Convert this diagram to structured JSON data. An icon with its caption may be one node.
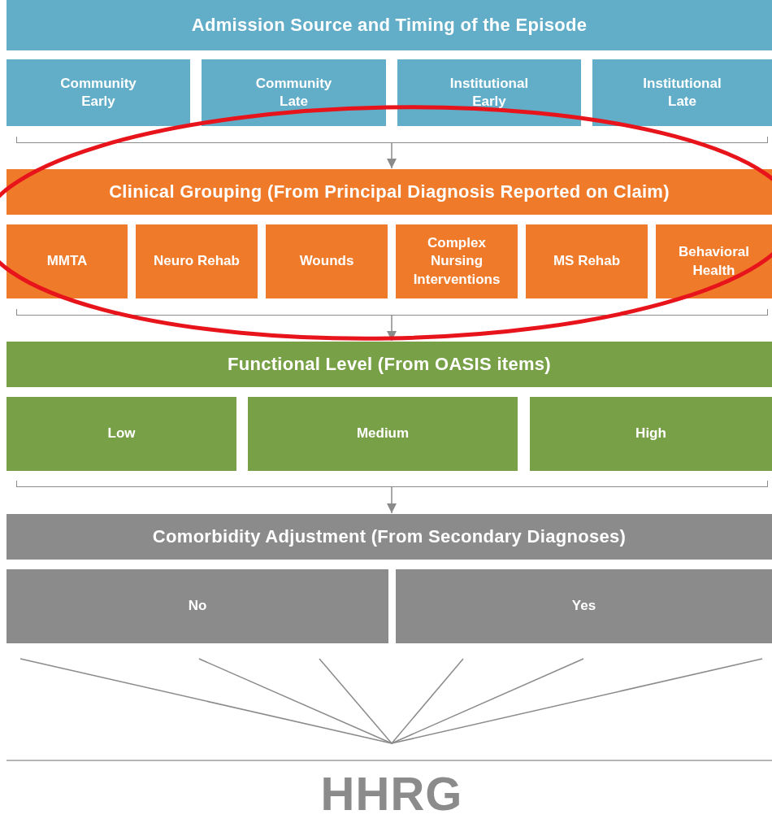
{
  "diagram": {
    "nodes": [
      {
        "text": [
          "Admission Source and Timing of the Episode"
        ]
      },
      {
        "text": [
          "Community Early"
        ]
      },
      {
        "text": [
          "Community Late"
        ]
      },
      {
        "text": [
          "Institutional Early"
        ]
      },
      {
        "text": [
          "Institutional Late"
        ]
      },
      {
        "text": [],
        "shape": "bar"
      },
      {
        "text": [
          "Clinical Grouping (From Principal Diagnosis Reported on Claim)"
        ]
      },
      {
        "text": [
          "MMTA"
        ]
      },
      {
        "text": [
          "Neuro Rehab"
        ]
      },
      {
        "text": [
          "Wounds"
        ]
      },
      {
        "text": [
          "Complex Nursing Interventions"
        ]
      },
      {
        "text": [
          "MS Rehab"
        ]
      },
      {
        "text": [
          "Behavioral Health"
        ]
      },
      {
        "text": [],
        "shape": "bar"
      },
      {
        "text": [
          "Functional Level (From OASIS items)"
        ]
      },
      {
        "text": [
          "Low"
        ]
      },
      {
        "text": [
          "Medium"
        ]
      },
      {
        "text": [
          "High"
        ]
      },
      {
        "text": [],
        "shape": "bar"
      },
      {
        "text": [
          "Comorbidity Adjustment (From Secondary Diagnoses)"
        ]
      },
      {
        "text": [
          "No"
        ]
      },
      {
        "text": [
          "Yes"
        ]
      },
      {
        "text": [
          "HHRG"
        ]
      }
    ],
    "edges": [
      {
        "from": 5,
        "to": 6,
        "arrow": "to"
      },
      {
        "from": 13,
        "to": 14,
        "arrow": "to"
      },
      {
        "from": 18,
        "to": 19,
        "arrow": "to"
      },
      {
        "from": null,
        "to": 22,
        "arrow": "none"
      },
      {
        "from": null,
        "to": 22,
        "arrow": "none"
      },
      {
        "from": null,
        "to": 22,
        "arrow": "none"
      },
      {
        "from": null,
        "to": 22,
        "arrow": "none"
      },
      {
        "from": null,
        "to": 22,
        "arrow": "none"
      },
      {
        "from": null,
        "to": 22,
        "arrow": "none"
      }
    ]
  }
}
